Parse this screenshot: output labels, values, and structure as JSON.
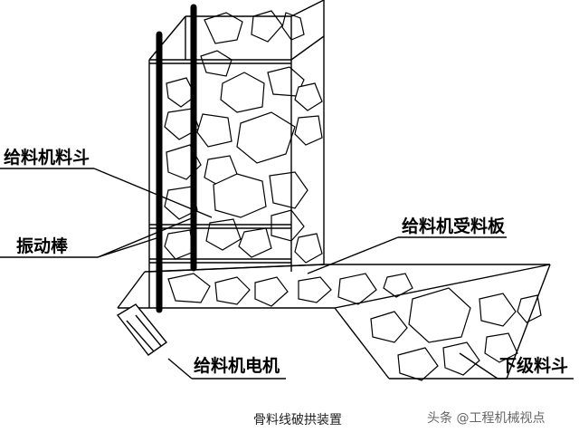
{
  "labels": {
    "hopper": "给料机料斗",
    "vibrator": "振动棒",
    "receiving_plate": "给料机受料板",
    "motor": "给料机电机",
    "lower_bin": "下级料斗"
  },
  "caption": "骨料线破拱装置",
  "watermark": "头条 @工程机械视点",
  "colors": {
    "line": "#000000",
    "background": "#ffffff"
  }
}
